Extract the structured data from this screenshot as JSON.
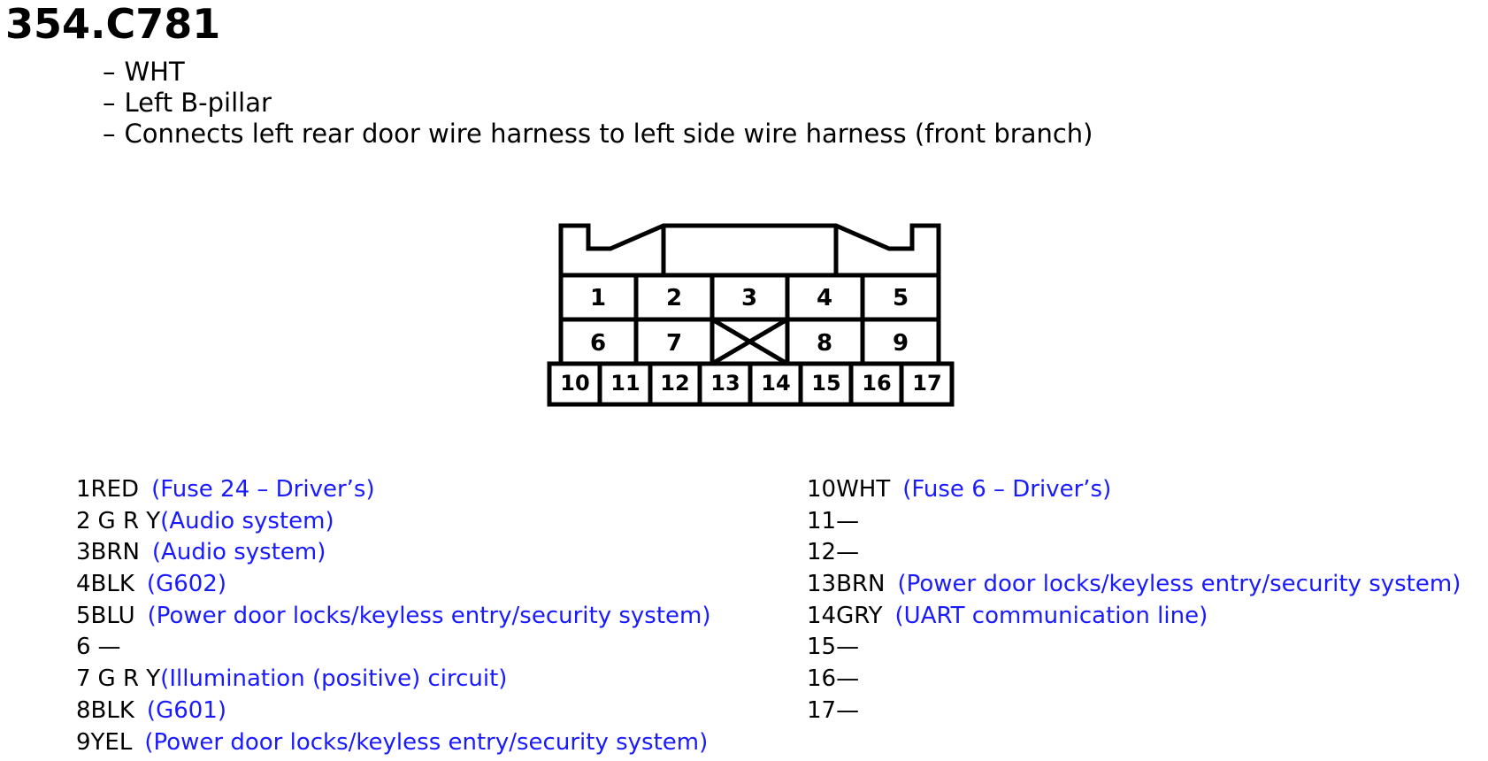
{
  "connector": {
    "id": "354.C781",
    "details": [
      "WHT",
      "Left B-pillar",
      "Connects left rear door wire harness to left side wire harness (front branch)"
    ],
    "dash": "–"
  },
  "diagram": {
    "cavities": [
      "1",
      "2",
      "3",
      "4",
      "5",
      "6",
      "7",
      "8",
      "9",
      "10",
      "11",
      "12",
      "13",
      "14",
      "15",
      "16",
      "17"
    ],
    "blocked_cavity": "between 7 and 8"
  },
  "pins_left": [
    {
      "num": "1",
      "wire": "RED",
      "desc": "(Fuse 24 – Driver’s)"
    },
    {
      "num": "2",
      "wire": "G R Y",
      "desc": "(Audio system)"
    },
    {
      "num": "3",
      "wire": "BRN",
      "desc": "(Audio system)"
    },
    {
      "num": "4",
      "wire": "BLK",
      "desc": "(G602)"
    },
    {
      "num": "5",
      "wire": "BLU",
      "desc": "(Power door locks/keyless entry/security system)"
    },
    {
      "num": "6",
      "wire": "",
      "desc": "—"
    },
    {
      "num": "7",
      "wire": "G R Y",
      "desc": "(Illumination (positive) circuit)"
    },
    {
      "num": "8",
      "wire": "BLK",
      "desc": "(G601)"
    },
    {
      "num": "9",
      "wire": "YEL",
      "desc": "(Power door locks/keyless entry/security system)"
    }
  ],
  "pins_right": [
    {
      "num": "10",
      "wire": "WHT",
      "desc": "(Fuse 6 – Driver’s)"
    },
    {
      "num": "11",
      "wire": "",
      "desc": "—"
    },
    {
      "num": "12",
      "wire": "",
      "desc": "—"
    },
    {
      "num": "13",
      "wire": "BRN",
      "desc": "(Power door locks/keyless entry/security system)"
    },
    {
      "num": "14",
      "wire": "GRY",
      "desc": "(UART communication line)"
    },
    {
      "num": "15",
      "wire": "",
      "desc": "—"
    },
    {
      "num": "16",
      "wire": "",
      "desc": "—"
    },
    {
      "num": "17",
      "wire": "",
      "desc": "—"
    }
  ],
  "colors": {
    "text": "#000000",
    "description": "#1a1aff",
    "outline": "#000000"
  }
}
